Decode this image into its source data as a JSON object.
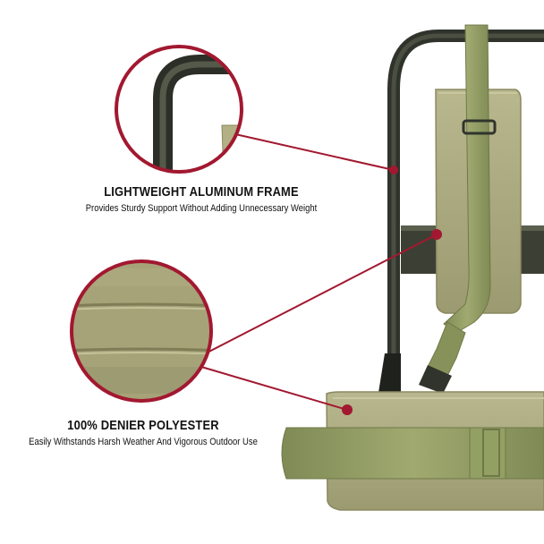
{
  "features": [
    {
      "title": "LIGHTWEIGHT ALUMINUM FRAME",
      "subtitle": "Provides Sturdy Support Without Adding Unnecessary Weight"
    },
    {
      "title": "100% DENIER POLYESTER",
      "subtitle": "Easily Withstands Harsh Weather And Vigorous Outdoor Use"
    }
  ],
  "colors": {
    "callout_ring": "#a21830",
    "frame_metal": "#3d4236",
    "fabric_olive": "#aaa77c",
    "fabric_shadow": "#8c8a62",
    "strap": "#8f9a62",
    "background": "#ffffff"
  }
}
